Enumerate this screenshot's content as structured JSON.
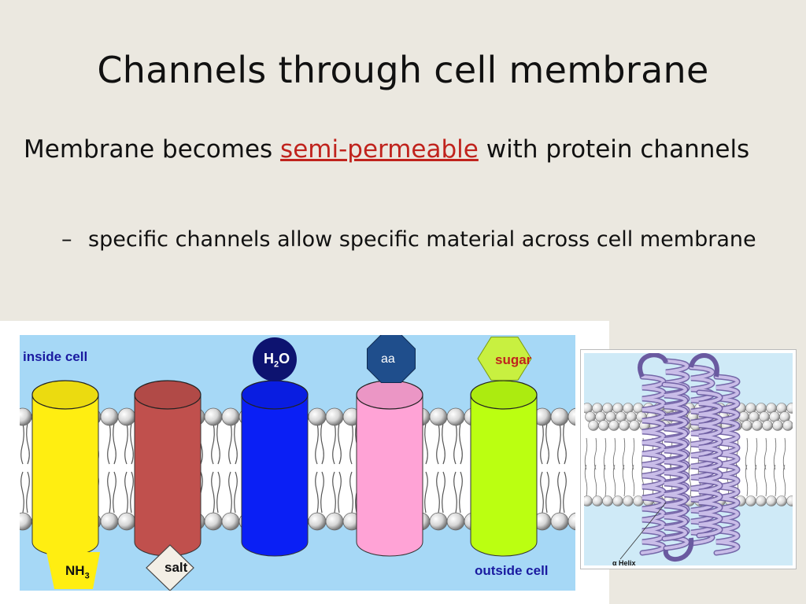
{
  "title": "Channels through cell membrane",
  "bullet1": {
    "before": "Membrane becomes ",
    "highlight": "semi-permeable",
    "after": " with protein channels"
  },
  "bullet2": {
    "dash": "–",
    "text": "specific channels allow specific material across cell membrane"
  },
  "diagram": {
    "inside_label": "inside cell",
    "outside_label": "outside cell",
    "channels": [
      {
        "name": "yellow",
        "color": "#ffee11"
      },
      {
        "name": "red",
        "color": "#c0504d"
      },
      {
        "name": "blue",
        "color": "#0a1ff5"
      },
      {
        "name": "pink",
        "color": "#ffa3d6"
      },
      {
        "name": "green",
        "color": "#bbff11"
      }
    ],
    "molecules": {
      "h2o": {
        "base": "H",
        "sub": "2",
        "tail": "O",
        "color": "#0d1370"
      },
      "aa": {
        "text": "aa",
        "color": "#1f4e8c"
      },
      "sugar": {
        "text": "sugar",
        "color": "#c8f040"
      },
      "nh3": {
        "base": "NH",
        "sub": "3",
        "color": "#ffee11"
      },
      "salt": {
        "text": "salt",
        "color": "#f3efe6"
      }
    }
  },
  "helix_panel": {
    "label_symbol": "α",
    "label_text": " Helix"
  }
}
